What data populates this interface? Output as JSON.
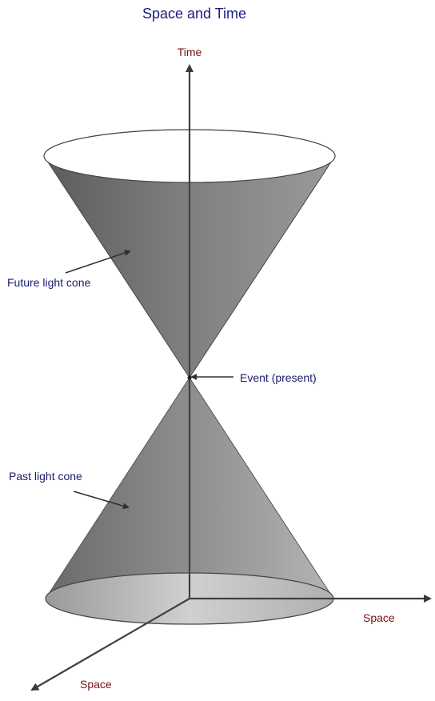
{
  "title": "Space and Time",
  "axes": {
    "time": "Time",
    "space_right": "Space",
    "space_left": "Space"
  },
  "labels": {
    "future_cone": "Future light cone",
    "event": "Event (present)",
    "past_cone": "Past light cone"
  },
  "colors": {
    "title": "#1a1a80",
    "axis_label": "#7a1010",
    "annotation": "#1a1a6e",
    "cone_fill": "#7a7a7a",
    "cone_fill_light": "#c8c8c8",
    "axis_line": "#404040"
  }
}
